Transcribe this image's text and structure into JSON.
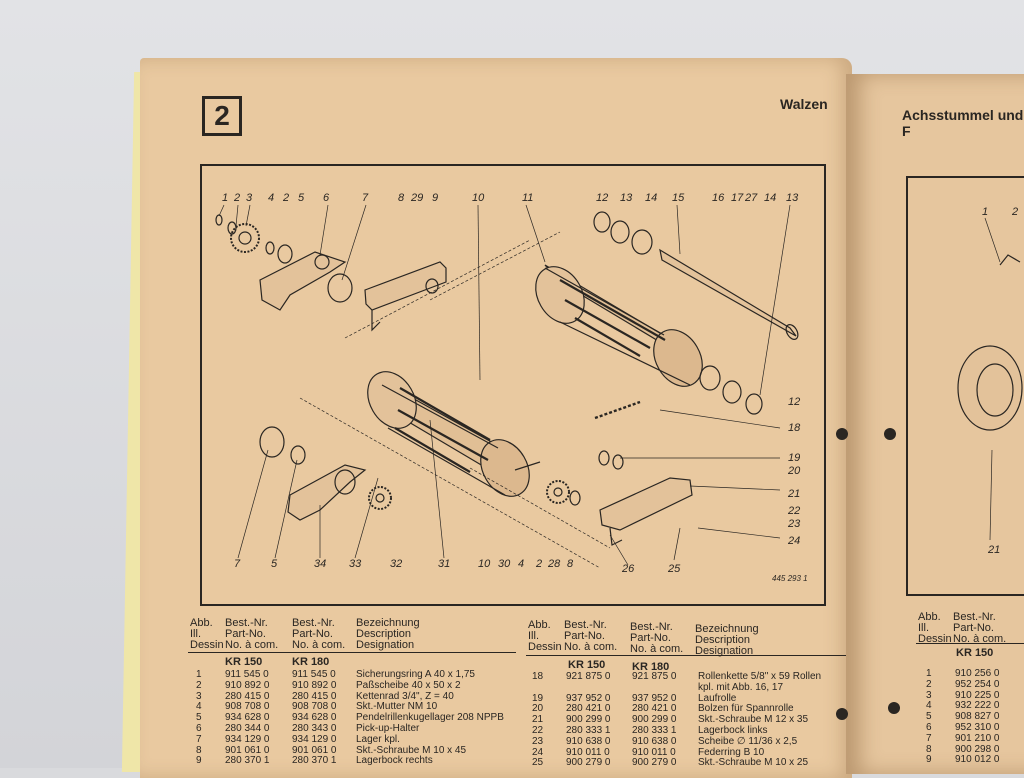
{
  "page": {
    "number": "2",
    "title": "Walzen",
    "next_title": "Achsstummel und F",
    "drawing_number": "445 293 1"
  },
  "callouts": [
    "1",
    "2",
    "3",
    "4",
    "2",
    "5",
    "6",
    "7",
    "8",
    "29",
    "9",
    "10",
    "11",
    "12",
    "13",
    "14",
    "15",
    "16",
    "17",
    "27",
    "14",
    "13",
    "12",
    "18",
    "19",
    "20",
    "21",
    "22",
    "23",
    "24",
    "7",
    "5",
    "34",
    "33",
    "32",
    "31",
    "10",
    "30",
    "4",
    "2",
    "28",
    "8",
    "26",
    "25"
  ],
  "callouts_right": [
    "1",
    "2",
    "21"
  ],
  "table_left": {
    "headers": {
      "abb": [
        "Abb.",
        "Ill.",
        "Dessin"
      ],
      "nr": [
        "Best.-Nr.",
        "Part-No.",
        "No. à com."
      ],
      "nr2": [
        "Best.-Nr.",
        "Part-No.",
        "No. à com."
      ],
      "bez": [
        "Bezeichnung",
        "Description",
        "Designation"
      ]
    },
    "models": [
      "KR 150",
      "KR 180"
    ],
    "rows": [
      [
        "1",
        "911 545 0",
        "911 545 0",
        "Sicherungsring A 40 x 1,75"
      ],
      [
        "2",
        "910 892 0",
        "910 892 0",
        "Paßscheibe 40 x 50 x 2"
      ],
      [
        "3",
        "280 415 0",
        "280 415 0",
        "Kettenrad 3/4\", Z = 40"
      ],
      [
        "4",
        "908 708 0",
        "908 708 0",
        "Skt.-Mutter NM 10"
      ],
      [
        "5",
        "934 628 0",
        "934 628 0",
        "Pendelrillenkugellager 208 NPPB"
      ],
      [
        "6",
        "280 344 0",
        "280 343 0",
        "Pick-up-Halter"
      ],
      [
        "7",
        "934 129 0",
        "934 129 0",
        "Lager kpl."
      ],
      [
        "8",
        "901 061 0",
        "901 061 0",
        "Skt.-Schraube M 10 x 45"
      ],
      [
        "9",
        "280 370 1",
        "280 370 1",
        "Lagerbock rechts"
      ]
    ]
  },
  "table_mid": {
    "headers": {
      "abb": [
        "Abb.",
        "Ill.",
        "Dessin"
      ],
      "nr": [
        "Best.-Nr.",
        "Part-No.",
        "No. à com."
      ],
      "nr2": [
        "Best.-Nr.",
        "Part-No.",
        "No. à com."
      ],
      "bez": [
        "Bezeichnung",
        "Description",
        "Designation"
      ]
    },
    "models": [
      "KR 150",
      "KR 180"
    ],
    "rows": [
      [
        "18",
        "921 875 0",
        "921 875 0",
        "Rollenkette 5/8\" x 59 Rollen"
      ],
      [
        "",
        "",
        "",
        "kpl. mit Abb. 16, 17"
      ],
      [
        "19",
        "937 952 0",
        "937 952 0",
        "Laufrolle"
      ],
      [
        "20",
        "280 421 0",
        "280 421 0",
        "Bolzen für Spannrolle"
      ],
      [
        "21",
        "900 299 0",
        "900 299 0",
        "Skt.-Schraube M 12 x 35"
      ],
      [
        "22",
        "280 333 1",
        "280 333 1",
        "Lagerbock links"
      ],
      [
        "23",
        "910 638 0",
        "910 638 0",
        "Scheibe ∅ 11/36 x 2,5"
      ],
      [
        "24",
        "910 011 0",
        "910 011 0",
        "Federring B 10"
      ],
      [
        "25",
        "900 279 0",
        "900 279 0",
        "Skt.-Schraube M 10 x 25"
      ]
    ]
  },
  "table_right": {
    "headers": {
      "abb": [
        "Abb.",
        "Ill.",
        "Dessin"
      ],
      "nr": [
        "Best.-Nr.",
        "Part-No.",
        "No. à com."
      ]
    },
    "model": "KR 150",
    "rows": [
      [
        "1",
        "910 256 0"
      ],
      [
        "2",
        "952 254 0"
      ],
      [
        "3",
        "910 225 0"
      ],
      [
        "4",
        "932 222 0"
      ],
      [
        "5",
        "908 827 0"
      ],
      [
        "6",
        "952 310 0"
      ],
      [
        "7",
        "901 210 0"
      ],
      [
        "8",
        "900 298 0"
      ],
      [
        "9",
        "910 012 0"
      ]
    ]
  }
}
